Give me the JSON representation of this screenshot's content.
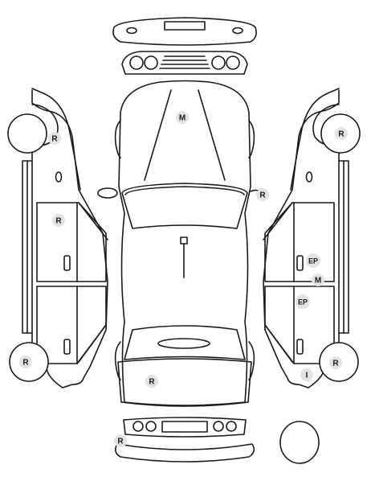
{
  "markers": [
    {
      "id": "front-left-wheel",
      "label": "R"
    },
    {
      "id": "front-right-wheel",
      "label": "R"
    },
    {
      "id": "left-front-door",
      "label": "R"
    },
    {
      "id": "hood",
      "label": "M"
    },
    {
      "id": "right-mirror",
      "label": "R"
    },
    {
      "id": "right-front-door",
      "label": "EP"
    },
    {
      "id": "right-pillar",
      "label": "M"
    },
    {
      "id": "right-rear-door",
      "label": "EP"
    },
    {
      "id": "rear-left-wheel",
      "label": "R"
    },
    {
      "id": "rear-right-wheel",
      "label": "R"
    },
    {
      "id": "right-rear-fender",
      "label": "I"
    },
    {
      "id": "trunk",
      "label": "R"
    },
    {
      "id": "rear-bumper",
      "label": "R"
    }
  ]
}
